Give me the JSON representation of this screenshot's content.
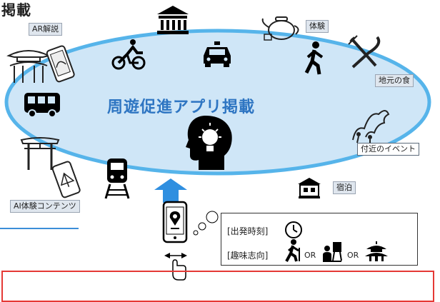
{
  "heading": "掲載",
  "center_title": "周遊促進アプリ掲載",
  "labels": {
    "ar": "AR解説",
    "experience": "体験",
    "food": "地元の食",
    "events": "付近のイベント",
    "lodging": "宿泊",
    "ai_content": "AI体験コンテンツ"
  },
  "info_box": {
    "departure_label": "[出発時刻]",
    "interest_label": "[趣味志向]",
    "or_1": "OR",
    "or_2": "OR"
  },
  "colors": {
    "ellipse_fill": "#cfe6f7",
    "ellipse_stroke": "#56b4ea",
    "title": "#2e75c2",
    "arrow": "#2f8fe0",
    "alert_border": "#e53935"
  },
  "icons": [
    "temple-icon",
    "museum-icon",
    "teapot-icon",
    "cyclist-icon",
    "taxi-icon",
    "walking-person-icon",
    "fork-knife-icon",
    "bus-icon",
    "lightbulb-head-icon",
    "dragon-dance-icon",
    "torii-icon",
    "smartphone-ar-icon",
    "train-icon",
    "hotel-icon",
    "smartphone-map-icon",
    "hand-swipe-icon",
    "clock-icon",
    "hiker-icon",
    "painter-icon",
    "pagoda-icon"
  ]
}
